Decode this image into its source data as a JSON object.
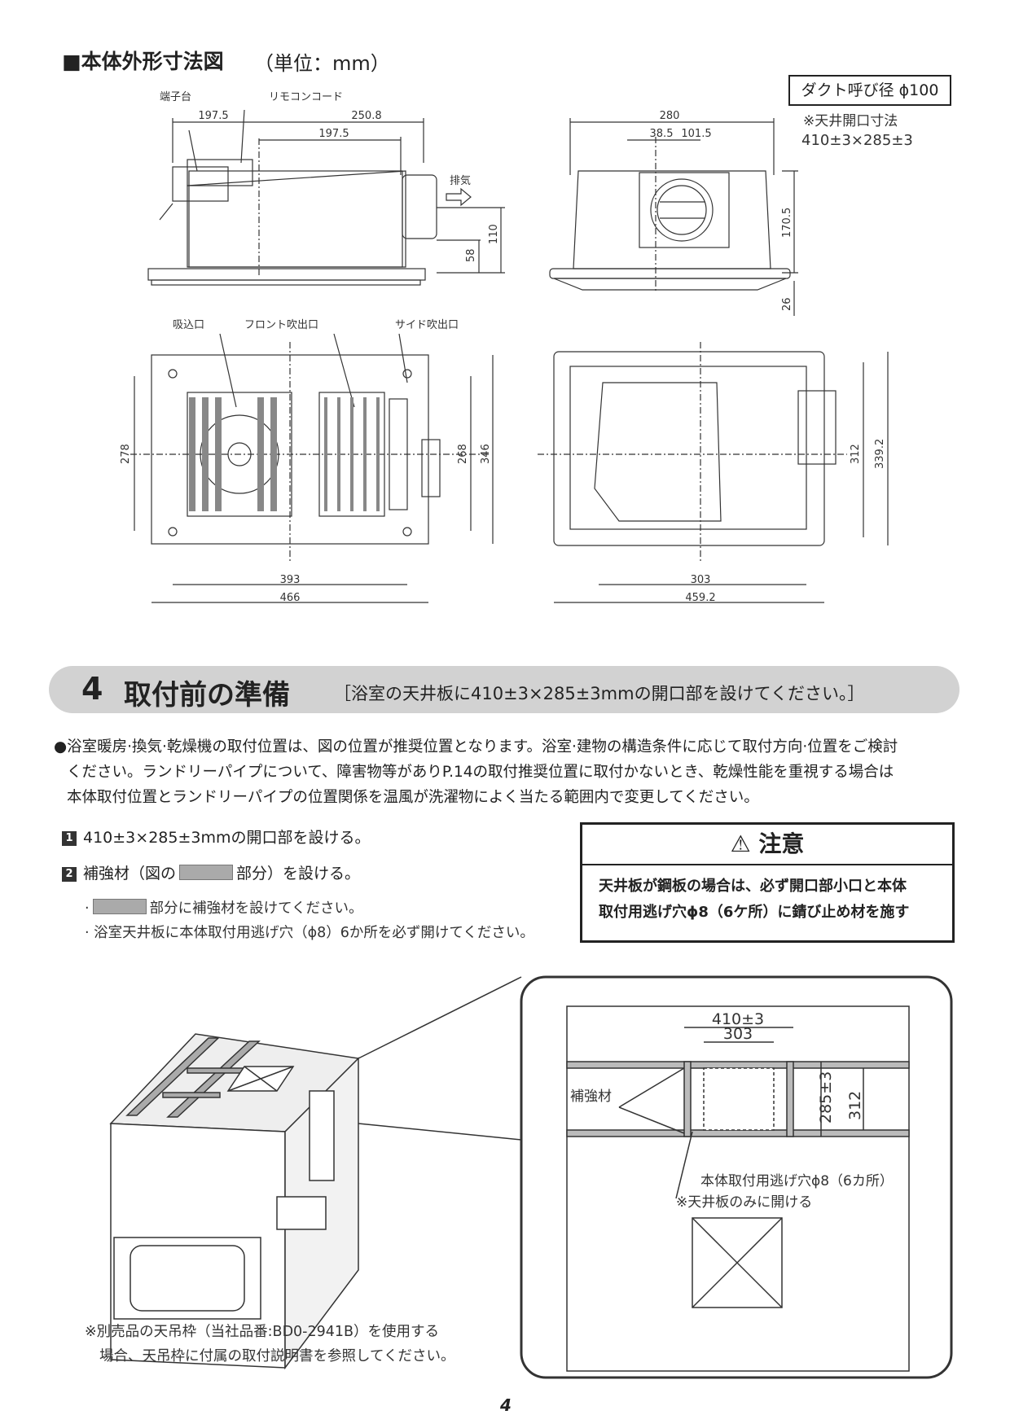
{
  "header": {
    "title": "■本体外形寸法図",
    "unit": "（単位：mm）"
  },
  "duct": {
    "label": "ダクト呼び径 ϕ100",
    "note1": "※天井開口寸法",
    "note2": "410±3×285±3"
  },
  "top_left": {
    "terminal": "端子台",
    "remote": "リモコンコード",
    "d1": "197.5",
    "d2": "250.8",
    "d3": "197.5",
    "exhaust": "排気",
    "h1": "110",
    "h2": "58"
  },
  "top_right": {
    "w": "280",
    "a": "38.5",
    "b": "101.5",
    "h": "170.5",
    "h2": "26"
  },
  "bottom_left": {
    "intake": "吸込口",
    "front": "フロント吹出口",
    "side": "サイド吹出口",
    "h1": "278",
    "h2": "268",
    "h3": "346",
    "w1": "393",
    "w2": "466"
  },
  "bottom_right": {
    "h1": "312",
    "h2": "339.2",
    "w1": "303",
    "w2": "459.2"
  },
  "section": {
    "number": "4",
    "title": "取付前の準備",
    "subtitle": "［浴室の天井板に410±3×285±3mmの開口部を設けてください。］"
  },
  "intro": {
    "line1": "●浴室暖房·換気·乾燥機の取付位置は、図の位置が推奨位置となります。浴室·建物の構造条件に応じて取付方向·位置をご検討",
    "line2": "ください。ランドリーパイプについて、障害物等がありP.14の取付推奨位置に取付かないとき、乾燥性能を重視する場合は",
    "line3": "本体取付位置とランドリーパイプの位置関係を温風が洗濯物によく当たる範囲内で変更してください。"
  },
  "steps": {
    "s1_num": "1",
    "s1": "410±3×285±3mmの開口部を設ける。",
    "s2_num": "2",
    "s2a": "補強材（図の",
    "s2b": "部分）を設ける。",
    "b1a": "·",
    "b1b": "部分に補強材を設けてください。",
    "b2": "· 浴室天井板に本体取付用逃げ穴（ϕ8）6か所を必ず開けてください。"
  },
  "caution": {
    "title": "⚠ 注意",
    "line1": "天井板が鋼板の場合は、必ず開口部小口と本体",
    "line2": "取付用逃げ穴ϕ8（6ケ所）に錆び止め材を施す"
  },
  "detail": {
    "w1": "410±3",
    "w2": "303",
    "h1": "285±3",
    "h2": "312",
    "reinforce": "補強材",
    "holes": "本体取付用逃げ穴ϕ8（6カ所）",
    "holes_note": "※天井板のみに開ける"
  },
  "footnote": {
    "line1": "※別売品の天吊枠（当社品番:BD0-2941B）を使用する",
    "line2": "場合、天吊枠に付属の取付説明書を参照してください。"
  },
  "page": {
    "number": "4"
  }
}
